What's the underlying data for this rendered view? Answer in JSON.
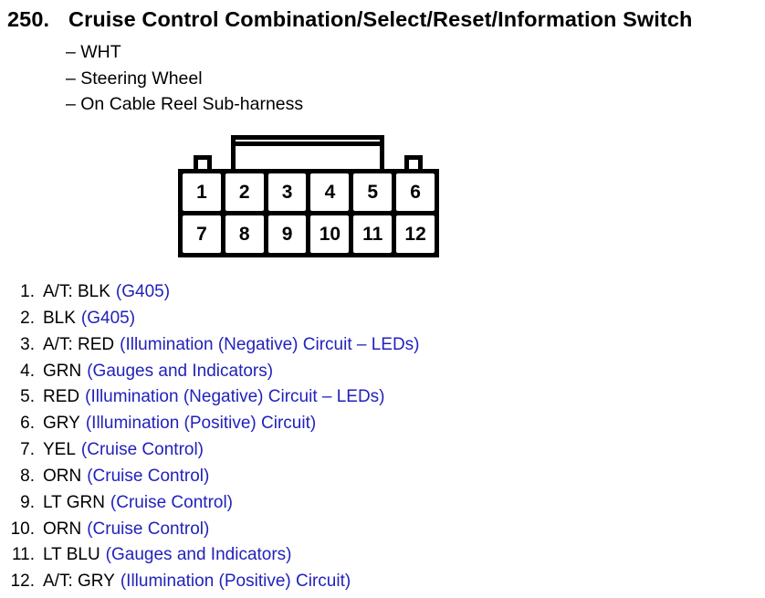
{
  "header": {
    "number": "250.",
    "title": "Cruise Control Combination/Select/Reset/Information Switch"
  },
  "subtitles": [
    "– WHT",
    "– Steering Wheel",
    "– On Cable Reel Sub-harness"
  ],
  "connector": {
    "pins": [
      "1",
      "2",
      "3",
      "4",
      "5",
      "6",
      "7",
      "8",
      "9",
      "10",
      "11",
      "12"
    ]
  },
  "pins": [
    {
      "num": "1.",
      "wire": "A/T: BLK",
      "circuit": "(G405)"
    },
    {
      "num": "2.",
      "wire": "BLK",
      "circuit": "(G405)"
    },
    {
      "num": "3.",
      "wire": "A/T: RED",
      "circuit": "(Illumination (Negative) Circuit – LEDs)"
    },
    {
      "num": "4.",
      "wire": "GRN",
      "circuit": "(Gauges and Indicators)"
    },
    {
      "num": "5.",
      "wire": "RED",
      "circuit": "(Illumination (Negative) Circuit – LEDs)"
    },
    {
      "num": "6.",
      "wire": "GRY",
      "circuit": "(Illumination (Positive) Circuit)"
    },
    {
      "num": "7.",
      "wire": "YEL",
      "circuit": "(Cruise Control)"
    },
    {
      "num": "8.",
      "wire": "ORN",
      "circuit": "(Cruise Control)"
    },
    {
      "num": "9.",
      "wire": "LT GRN",
      "circuit": "(Cruise Control)"
    },
    {
      "num": "10.",
      "wire": "ORN",
      "circuit": "(Cruise Control)"
    },
    {
      "num": "11.",
      "wire": "LT BLU",
      "circuit": "(Gauges and Indicators)"
    },
    {
      "num": "12.",
      "wire": "A/T: GRY",
      "circuit": "(Illumination (Positive) Circuit)"
    }
  ],
  "colors": {
    "circuit_blue": "#2222bb",
    "ink": "#000000",
    "background": "#ffffff"
  }
}
